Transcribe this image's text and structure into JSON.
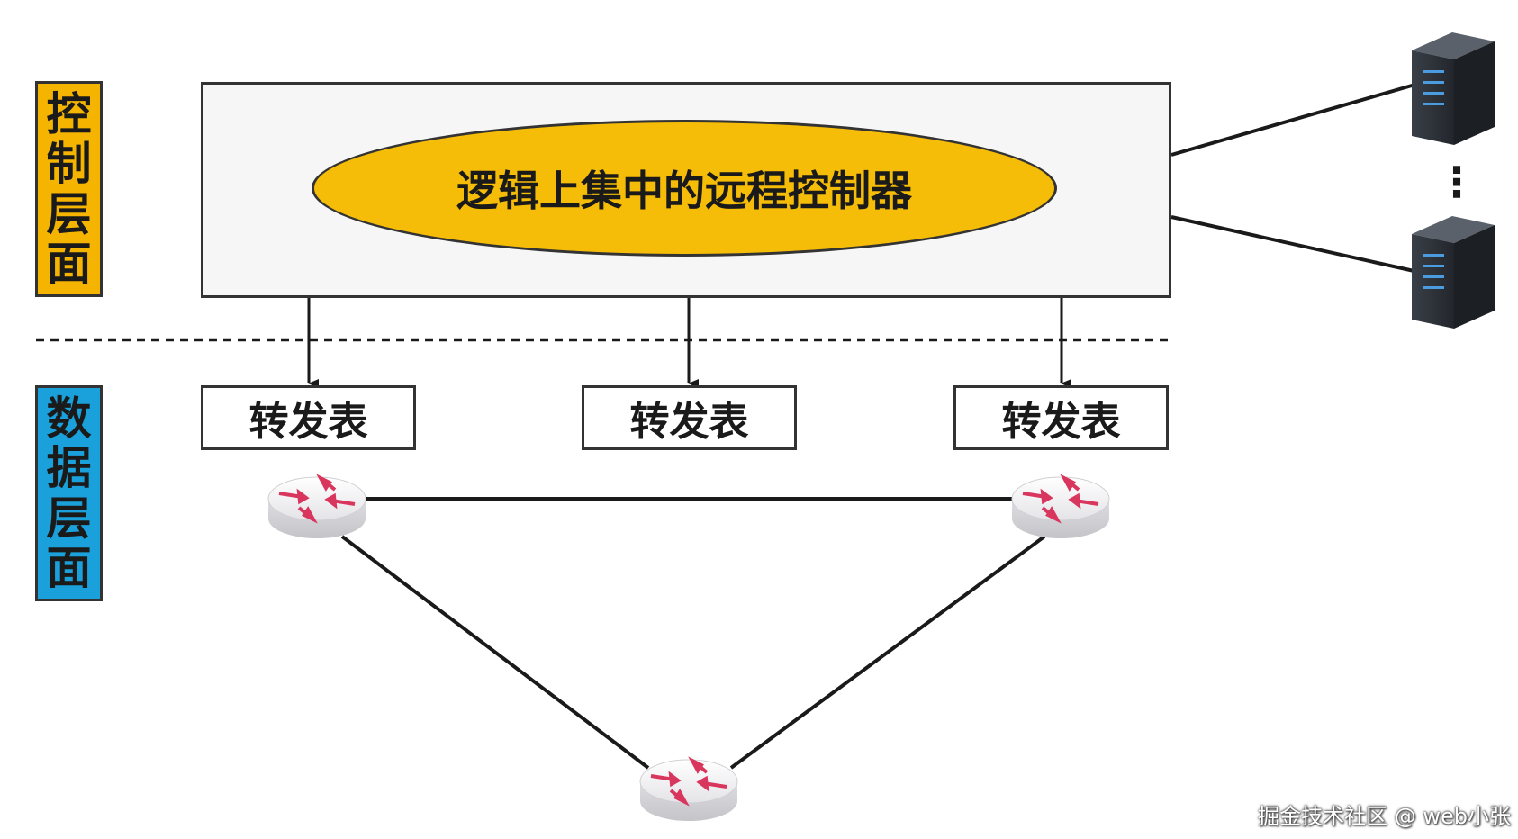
{
  "control_plane": {
    "label_chars": [
      "控",
      "制",
      "层",
      "面"
    ],
    "label_color": "#f5b400",
    "controller_label": "逻辑上集中的远程控制器",
    "controller_color": "#f5bc08"
  },
  "data_plane": {
    "label_chars": [
      "数",
      "据",
      "层",
      "面"
    ],
    "label_color": "#1aa1dc",
    "forwarding_tables": [
      {
        "label": "转发表"
      },
      {
        "label": "转发表"
      },
      {
        "label": "转发表"
      }
    ]
  },
  "servers": {
    "icon": "server-icon",
    "ellipsis": "⋮"
  },
  "routers": {
    "icon": "router-icon",
    "arrow_color": "#d9365e"
  },
  "watermark": "掘金技术社区 @ web小张"
}
